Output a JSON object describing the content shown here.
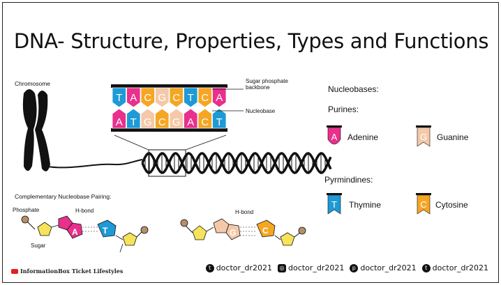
{
  "title": "DNA- Structure, Properties, Types and Functions",
  "labels": {
    "chromosome": "Chromosome",
    "sugar_backbone": "Sugar phosphate backbone",
    "sugar_backbone_l1": "Sugar phosphate",
    "sugar_backbone_l2": "backbone",
    "nucleobase": "Nucleobase",
    "pairing_title": "Complementary Nucleobase Pairing:",
    "phosphate": "Phosphate",
    "hbond": "H-bond",
    "sugar": "Sugar",
    "nucleobases": "Nucleobases:",
    "purines": "Purines:",
    "pyrimidines": "Pyrmindines:"
  },
  "bases": [
    {
      "letter": "A",
      "name": "Adenine",
      "color": "#e8308c"
    },
    {
      "letter": "G",
      "name": "Guanine",
      "color": "#f4c8a8"
    },
    {
      "letter": "T",
      "name": "Thymine",
      "color": "#1e9ad6"
    },
    {
      "letter": "C",
      "name": "Cytosine",
      "color": "#f5a623"
    }
  ],
  "strand_top": [
    "T",
    "A",
    "C",
    "G",
    "C",
    "T",
    "C",
    "A"
  ],
  "strand_bottom": [
    "A",
    "T",
    "G",
    "C",
    "G",
    "A",
    "C",
    "T"
  ],
  "footer": {
    "channel": "InformationBox Ticket Lifestyles",
    "social": [
      {
        "icon": "twitter-icon",
        "handle": "doctor_dr2021"
      },
      {
        "icon": "instagram-icon",
        "handle": "doctor_dr2021"
      },
      {
        "icon": "pinterest-icon",
        "handle": "doctor_dr2021"
      },
      {
        "icon": "tumblr-icon",
        "handle": "doctor_dr2021"
      }
    ]
  },
  "colors": {
    "A": "#e8308c",
    "T": "#1e9ad6",
    "G": "#f4c8a8",
    "C": "#f5a623",
    "sugar": "#f6e35a",
    "phosphate": "#b88e6a"
  }
}
